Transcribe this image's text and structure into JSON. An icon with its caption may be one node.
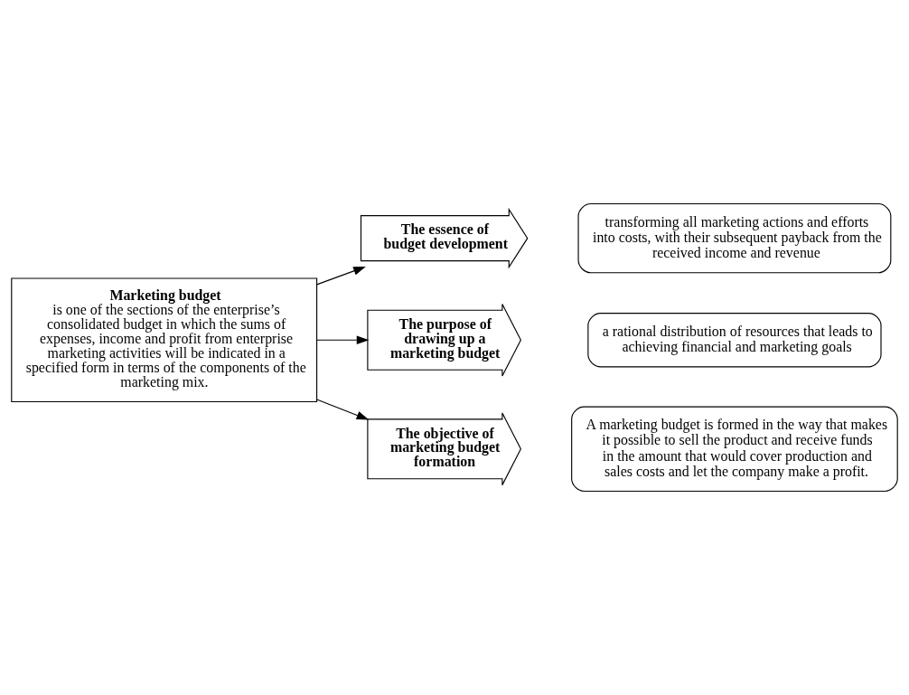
{
  "diagram": {
    "nodes": [
      {
        "text": [
          "**Marketing budget** is one of the sections of the enterprise’s consolidated budget in which the sums of expenses, income and profit from enterprise marketing activities will be indicated in a specified form in terms of the components of the marketing mix."
        ]
      },
      {
        "text": [
          "The essence of budget development"
        ]
      },
      {
        "text": [
          "transforming all marketing actions and efforts into costs, with their subsequent payback from the received income and revenue"
        ]
      },
      {
        "text": [
          "The purpose of drawing up a marketing budget"
        ]
      },
      {
        "text": [
          "a rational distribution of resources that leads to achieving financial and marketing goals"
        ]
      },
      {
        "text": [
          "The objective of marketing budget formation"
        ]
      },
      {
        "text": [
          "A marketing budget is formed in the way that makes it possible to sell the product and receive funds in the amount that would cover production and sales costs and let the company make a profit."
        ]
      }
    ],
    "edges": [
      {
        "from": 0,
        "to": 1,
        "arrow": "to"
      },
      {
        "from": 0,
        "to": 3,
        "arrow": "to"
      },
      {
        "from": 0,
        "to": 5,
        "arrow": "to"
      }
    ]
  }
}
